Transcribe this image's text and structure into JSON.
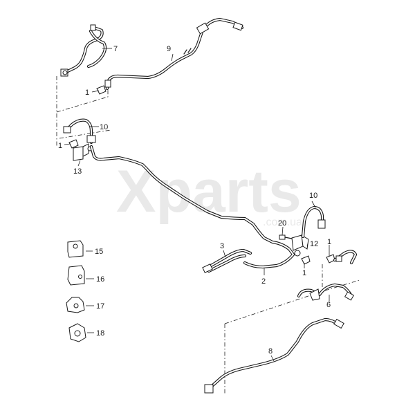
{
  "watermark": {
    "text": "Xparts",
    "subtext": ".com.ua"
  },
  "callouts": {
    "c1a": "1",
    "c1b": "1",
    "c1c": "1",
    "c1d": "1",
    "c2": "2",
    "c3": "3",
    "c6": "6",
    "c7": "7",
    "c8": "8",
    "c9": "9",
    "c10a": "10",
    "c10b": "10",
    "c12": "12",
    "c13": "13",
    "c15": "15",
    "c16": "16",
    "c17": "17",
    "c18": "18",
    "c20": "20"
  },
  "parts": [
    {
      "number": "1",
      "name": "clip"
    },
    {
      "number": "2",
      "name": "brake line"
    },
    {
      "number": "3",
      "name": "brake line"
    },
    {
      "number": "6",
      "name": "brake line"
    },
    {
      "number": "7",
      "name": "brake line"
    },
    {
      "number": "8",
      "name": "brake line"
    },
    {
      "number": "9",
      "name": "brake line"
    },
    {
      "number": "10",
      "name": "brake hose"
    },
    {
      "number": "12",
      "name": "bracket"
    },
    {
      "number": "13",
      "name": "bracket"
    },
    {
      "number": "15",
      "name": "pipe clip"
    },
    {
      "number": "16",
      "name": "pipe clip"
    },
    {
      "number": "17",
      "name": "pipe clip"
    },
    {
      "number": "18",
      "name": "pipe clip"
    },
    {
      "number": "20",
      "name": "bolt"
    }
  ]
}
